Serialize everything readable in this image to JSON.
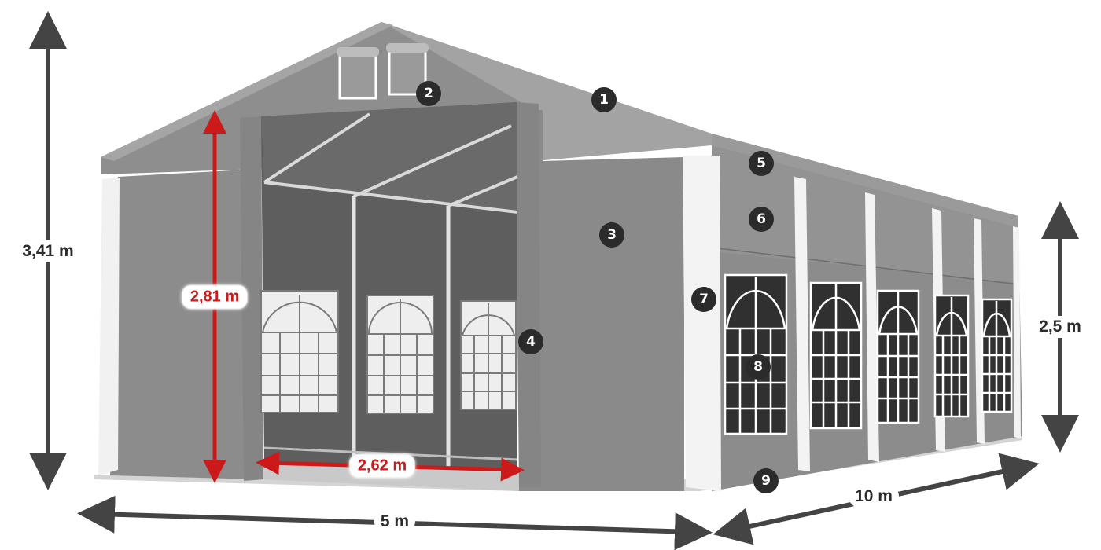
{
  "diagram": {
    "subject": "Garden party tent, gray with white window sides",
    "dimensions": {
      "total_height": "3,41 m",
      "door_height": "2,81 m",
      "door_width": "2,62 m",
      "width": "5 m",
      "length": "10 m",
      "side_height": "2,5 m"
    },
    "callouts": [
      {
        "number": "1",
        "target": "roof"
      },
      {
        "number": "2",
        "target": "gable ventilation windows"
      },
      {
        "number": "3",
        "target": "front gable wall panel"
      },
      {
        "number": "4",
        "target": "door curtain tie"
      },
      {
        "number": "5",
        "target": "roof eave valance"
      },
      {
        "number": "6",
        "target": "side wall upper panel"
      },
      {
        "number": "7",
        "target": "white pole cover"
      },
      {
        "number": "8",
        "target": "arched side window"
      },
      {
        "number": "9",
        "target": "ground skirt"
      }
    ],
    "colors": {
      "tent": "#8a8a8a",
      "roof": "#9a9a9a",
      "interior": "#5e5e5e",
      "badge": "#2b2b2b",
      "dimension_arrow": "#444444",
      "door_dimension": "#cc1a1a"
    }
  }
}
